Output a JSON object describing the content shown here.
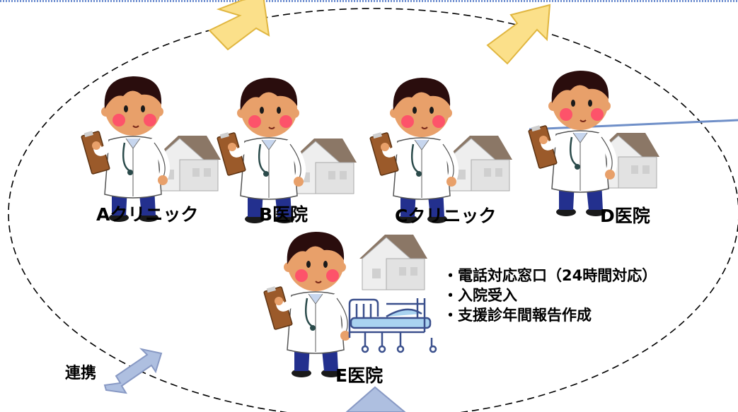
{
  "facilities": [
    {
      "id": "a",
      "label": "Aクリニック"
    },
    {
      "id": "b",
      "label": "B医院"
    },
    {
      "id": "c",
      "label": "Cクリニック"
    },
    {
      "id": "d",
      "label": "D医院"
    },
    {
      "id": "e",
      "label": "E医院"
    }
  ],
  "services": [
    "・電話対応窓口（24時間対応）",
    "・入院受入",
    "・支援診年間報告作成"
  ],
  "link_label": "連携",
  "colors": {
    "up_arrow_fill": "#fbe08a",
    "up_arrow_stroke": "#e0b640",
    "link_arrow_fill": "#aebfe0",
    "link_arrow_stroke": "#8899c4",
    "ellipse_stroke": "#000000",
    "top_border": "#6f8fd0",
    "connector_line": "#6f8fc8",
    "skin": "#e8a06a",
    "cheek": "#ff4a6a",
    "hair": "#2a0d0d",
    "coat": "#ffffff",
    "pants": "#23308e",
    "clipboard": "#9b5a2a",
    "roof": "#8b7766",
    "house_wall": "#eeeeee",
    "bed_line": "#3a4f8c",
    "bed_mattress": "#a9d3f0"
  },
  "icons": [
    "doctor-icon",
    "house-icon",
    "hospital-bed-icon",
    "up-arrow-icon",
    "bidirectional-arrow-icon"
  ]
}
